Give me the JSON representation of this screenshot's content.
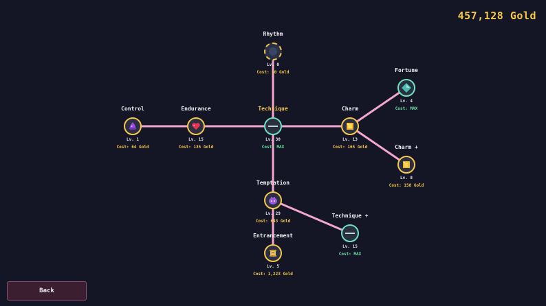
{
  "gold_display": "457,128 Gold",
  "back_label": "Back",
  "colors": {
    "link": "#f2a8cc",
    "gold": "#f5c84a",
    "max": "#6fe0a8"
  },
  "nodes": {
    "control": {
      "title": "Control",
      "level": "Lv. 1",
      "cost": "Cost: 64 Gold",
      "icon": "purple-slime-icon"
    },
    "endurance": {
      "title": "Endurance",
      "level": "Lv. 15",
      "cost": "Cost: 135 Gold",
      "icon": "heart-icon"
    },
    "technique": {
      "title": "Technique",
      "level": "Lv. 30",
      "cost": "Cost: MAX",
      "icon": "dash-icon"
    },
    "rhythm": {
      "title": "Rhythm",
      "level": "Lv. 0",
      "cost": "Cost: 10 Gold",
      "icon": "dark-orb-icon"
    },
    "charm": {
      "title": "Charm",
      "level": "Lv. 13",
      "cost": "Cost: 165 Gold",
      "icon": "gold-gem-icon"
    },
    "fortune": {
      "title": "Fortune",
      "level": "Lv. 4",
      "cost": "Cost: MAX",
      "icon": "teal-gem-icon"
    },
    "charm_plus": {
      "title": "Charm +",
      "level": "Lv. 8",
      "cost": "Cost: 158 Gold",
      "icon": "gold-gem-icon"
    },
    "temptation": {
      "title": "Temptation",
      "level": "Lv. 29",
      "cost": "Cost: 643 Gold",
      "icon": "purple-blob-icon"
    },
    "technique_plus": {
      "title": "Technique +",
      "level": "Lv. 15",
      "cost": "Cost: MAX",
      "icon": "dash-icon"
    },
    "entrancement": {
      "title": "Entrancement",
      "level": "Lv. 5",
      "cost": "Cost: 1,223 Gold",
      "icon": "scroll-icon"
    }
  }
}
